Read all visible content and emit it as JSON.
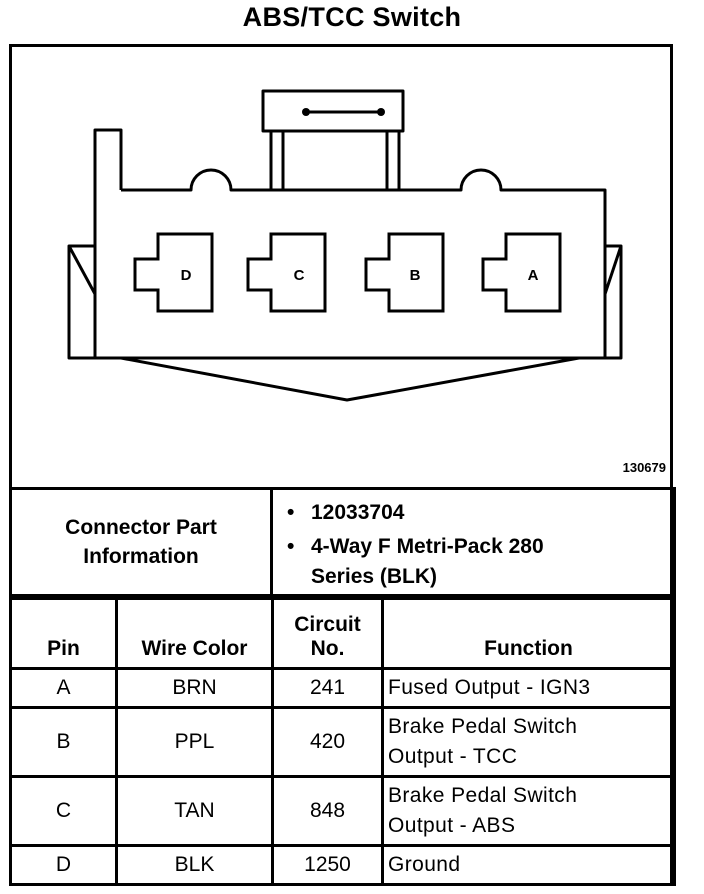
{
  "title": "ABS/TCC Switch",
  "figure": {
    "code": "130679",
    "cavities": [
      "D",
      "C",
      "B",
      "A"
    ]
  },
  "connector": {
    "label_line1": "Connector Part",
    "label_line2": "Information",
    "part_number": "12033704",
    "description_line1": "4-Way F Metri-Pack 280",
    "description_line2": "Series (BLK)"
  },
  "pin_table": {
    "headers": {
      "pin": "Pin",
      "wire_color": "Wire Color",
      "circuit_line1": "Circuit",
      "circuit_line2": "No.",
      "function": "Function"
    },
    "rows": [
      {
        "pin": "A",
        "wire_color": "BRN",
        "circuit": "241",
        "function_line1": "Fused Output - IGN3",
        "function_line2": ""
      },
      {
        "pin": "B",
        "wire_color": "PPL",
        "circuit": "420",
        "function_line1": "Brake Pedal Switch",
        "function_line2": "Output - TCC"
      },
      {
        "pin": "C",
        "wire_color": "TAN",
        "circuit": "848",
        "function_line1": "Brake Pedal Switch",
        "function_line2": "Output - ABS"
      },
      {
        "pin": "D",
        "wire_color": "BLK",
        "circuit": "1250",
        "function_line1": "Ground",
        "function_line2": ""
      }
    ]
  }
}
